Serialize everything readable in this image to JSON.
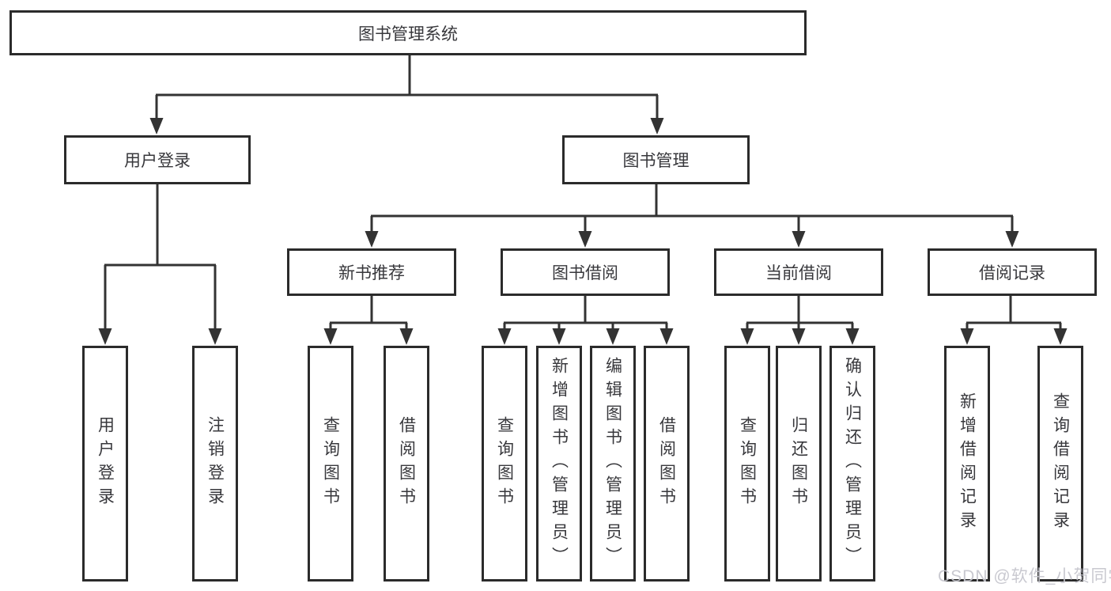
{
  "diagram": {
    "root": {
      "label": "图书管理系统"
    },
    "level2": [
      {
        "label": "用户登录"
      },
      {
        "label": "图书管理"
      }
    ],
    "level3": [
      {
        "label": "新书推荐"
      },
      {
        "label": "图书借阅"
      },
      {
        "label": "当前借阅"
      },
      {
        "label": "借阅记录"
      }
    ],
    "leaves": {
      "login": [
        {
          "label": "用户登录"
        },
        {
          "label": "注销登录"
        }
      ],
      "recommend": [
        {
          "label": "查询图书"
        },
        {
          "label": "借阅图书"
        }
      ],
      "borrow": [
        {
          "label": "查询图书"
        },
        {
          "label": "新增图书（管理员）"
        },
        {
          "label": "编辑图书（管理员）"
        },
        {
          "label": "借阅图书"
        }
      ],
      "current": [
        {
          "label": "查询图书"
        },
        {
          "label": "归还图书"
        },
        {
          "label": "确认归还（管理员）"
        }
      ],
      "records": [
        {
          "label": "新增借阅记录"
        },
        {
          "label": "查询借阅记录"
        }
      ]
    },
    "watermark": "CSDN @软件_小贺同学",
    "colors": {
      "line": "#333333",
      "box_border": "#2b2b2b",
      "text": "#38383c",
      "watermark": "#c8c8cd",
      "background": "#ffffff"
    }
  }
}
